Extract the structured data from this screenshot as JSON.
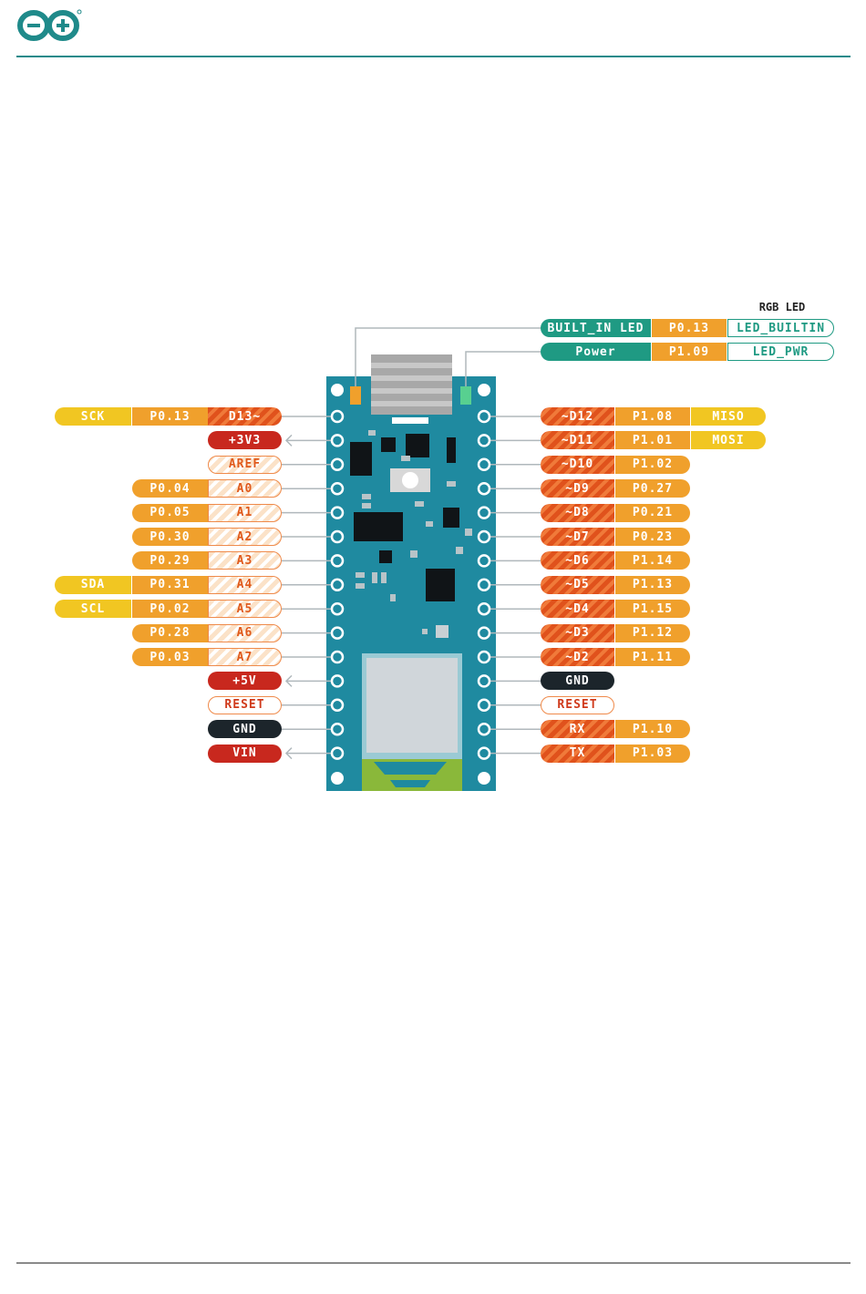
{
  "logo": {
    "icon": "arduino-infinity-logo",
    "color": "#1f8a8a"
  },
  "diagram": {
    "rgb_led_title": "RGB LED",
    "top_labels": [
      {
        "labels": [
          "BUILT_IN LED",
          "P0.13",
          "LED_BUILTIN"
        ]
      },
      {
        "labels": [
          "Power",
          "P1.09",
          "LED_PWR"
        ]
      }
    ],
    "left_pins": [
      {
        "labels": [
          "SCK",
          "P0.13",
          "D13~"
        ]
      },
      {
        "labels": [
          "+3V3"
        ]
      },
      {
        "labels": [
          "AREF"
        ]
      },
      {
        "labels": [
          "P0.04",
          "A0"
        ]
      },
      {
        "labels": [
          "P0.05",
          "A1"
        ]
      },
      {
        "labels": [
          "P0.30",
          "A2"
        ]
      },
      {
        "labels": [
          "P0.29",
          "A3"
        ]
      },
      {
        "labels": [
          "SDA",
          "P0.31",
          "A4"
        ]
      },
      {
        "labels": [
          "SCL",
          "P0.02",
          "A5"
        ]
      },
      {
        "labels": [
          "P0.28",
          "A6"
        ]
      },
      {
        "labels": [
          "P0.03",
          "A7"
        ]
      },
      {
        "labels": [
          "+5V"
        ]
      },
      {
        "labels": [
          "RESET"
        ]
      },
      {
        "labels": [
          "GND"
        ]
      },
      {
        "labels": [
          "VIN"
        ]
      }
    ],
    "right_pins": [
      {
        "labels": [
          "~D12",
          "P1.08",
          "MISO"
        ]
      },
      {
        "labels": [
          "~D11",
          "P1.01",
          "MOSI"
        ]
      },
      {
        "labels": [
          "~D10",
          "P1.02"
        ]
      },
      {
        "labels": [
          "~D9",
          "P0.27"
        ]
      },
      {
        "labels": [
          "~D8",
          "P0.21"
        ]
      },
      {
        "labels": [
          "~D7",
          "P0.23"
        ]
      },
      {
        "labels": [
          "~D6",
          "P1.14"
        ]
      },
      {
        "labels": [
          "~D5",
          "P1.13"
        ]
      },
      {
        "labels": [
          "~D4",
          "P1.15"
        ]
      },
      {
        "labels": [
          "~D3",
          "P1.12"
        ]
      },
      {
        "labels": [
          "~D2",
          "P1.11"
        ]
      },
      {
        "labels": [
          "GND"
        ]
      },
      {
        "labels": [
          "RESET"
        ]
      },
      {
        "labels": [
          "RX",
          "P1.10"
        ]
      },
      {
        "labels": [
          "TX",
          "P1.03"
        ]
      }
    ],
    "colors": {
      "board": "#1f8aa0",
      "yellow": "#f1c622",
      "orange": "#f0a02c",
      "red": "#c8281e",
      "black": "#1c252b",
      "teal": "#1f9a83",
      "hatch": "#e0521c"
    }
  }
}
